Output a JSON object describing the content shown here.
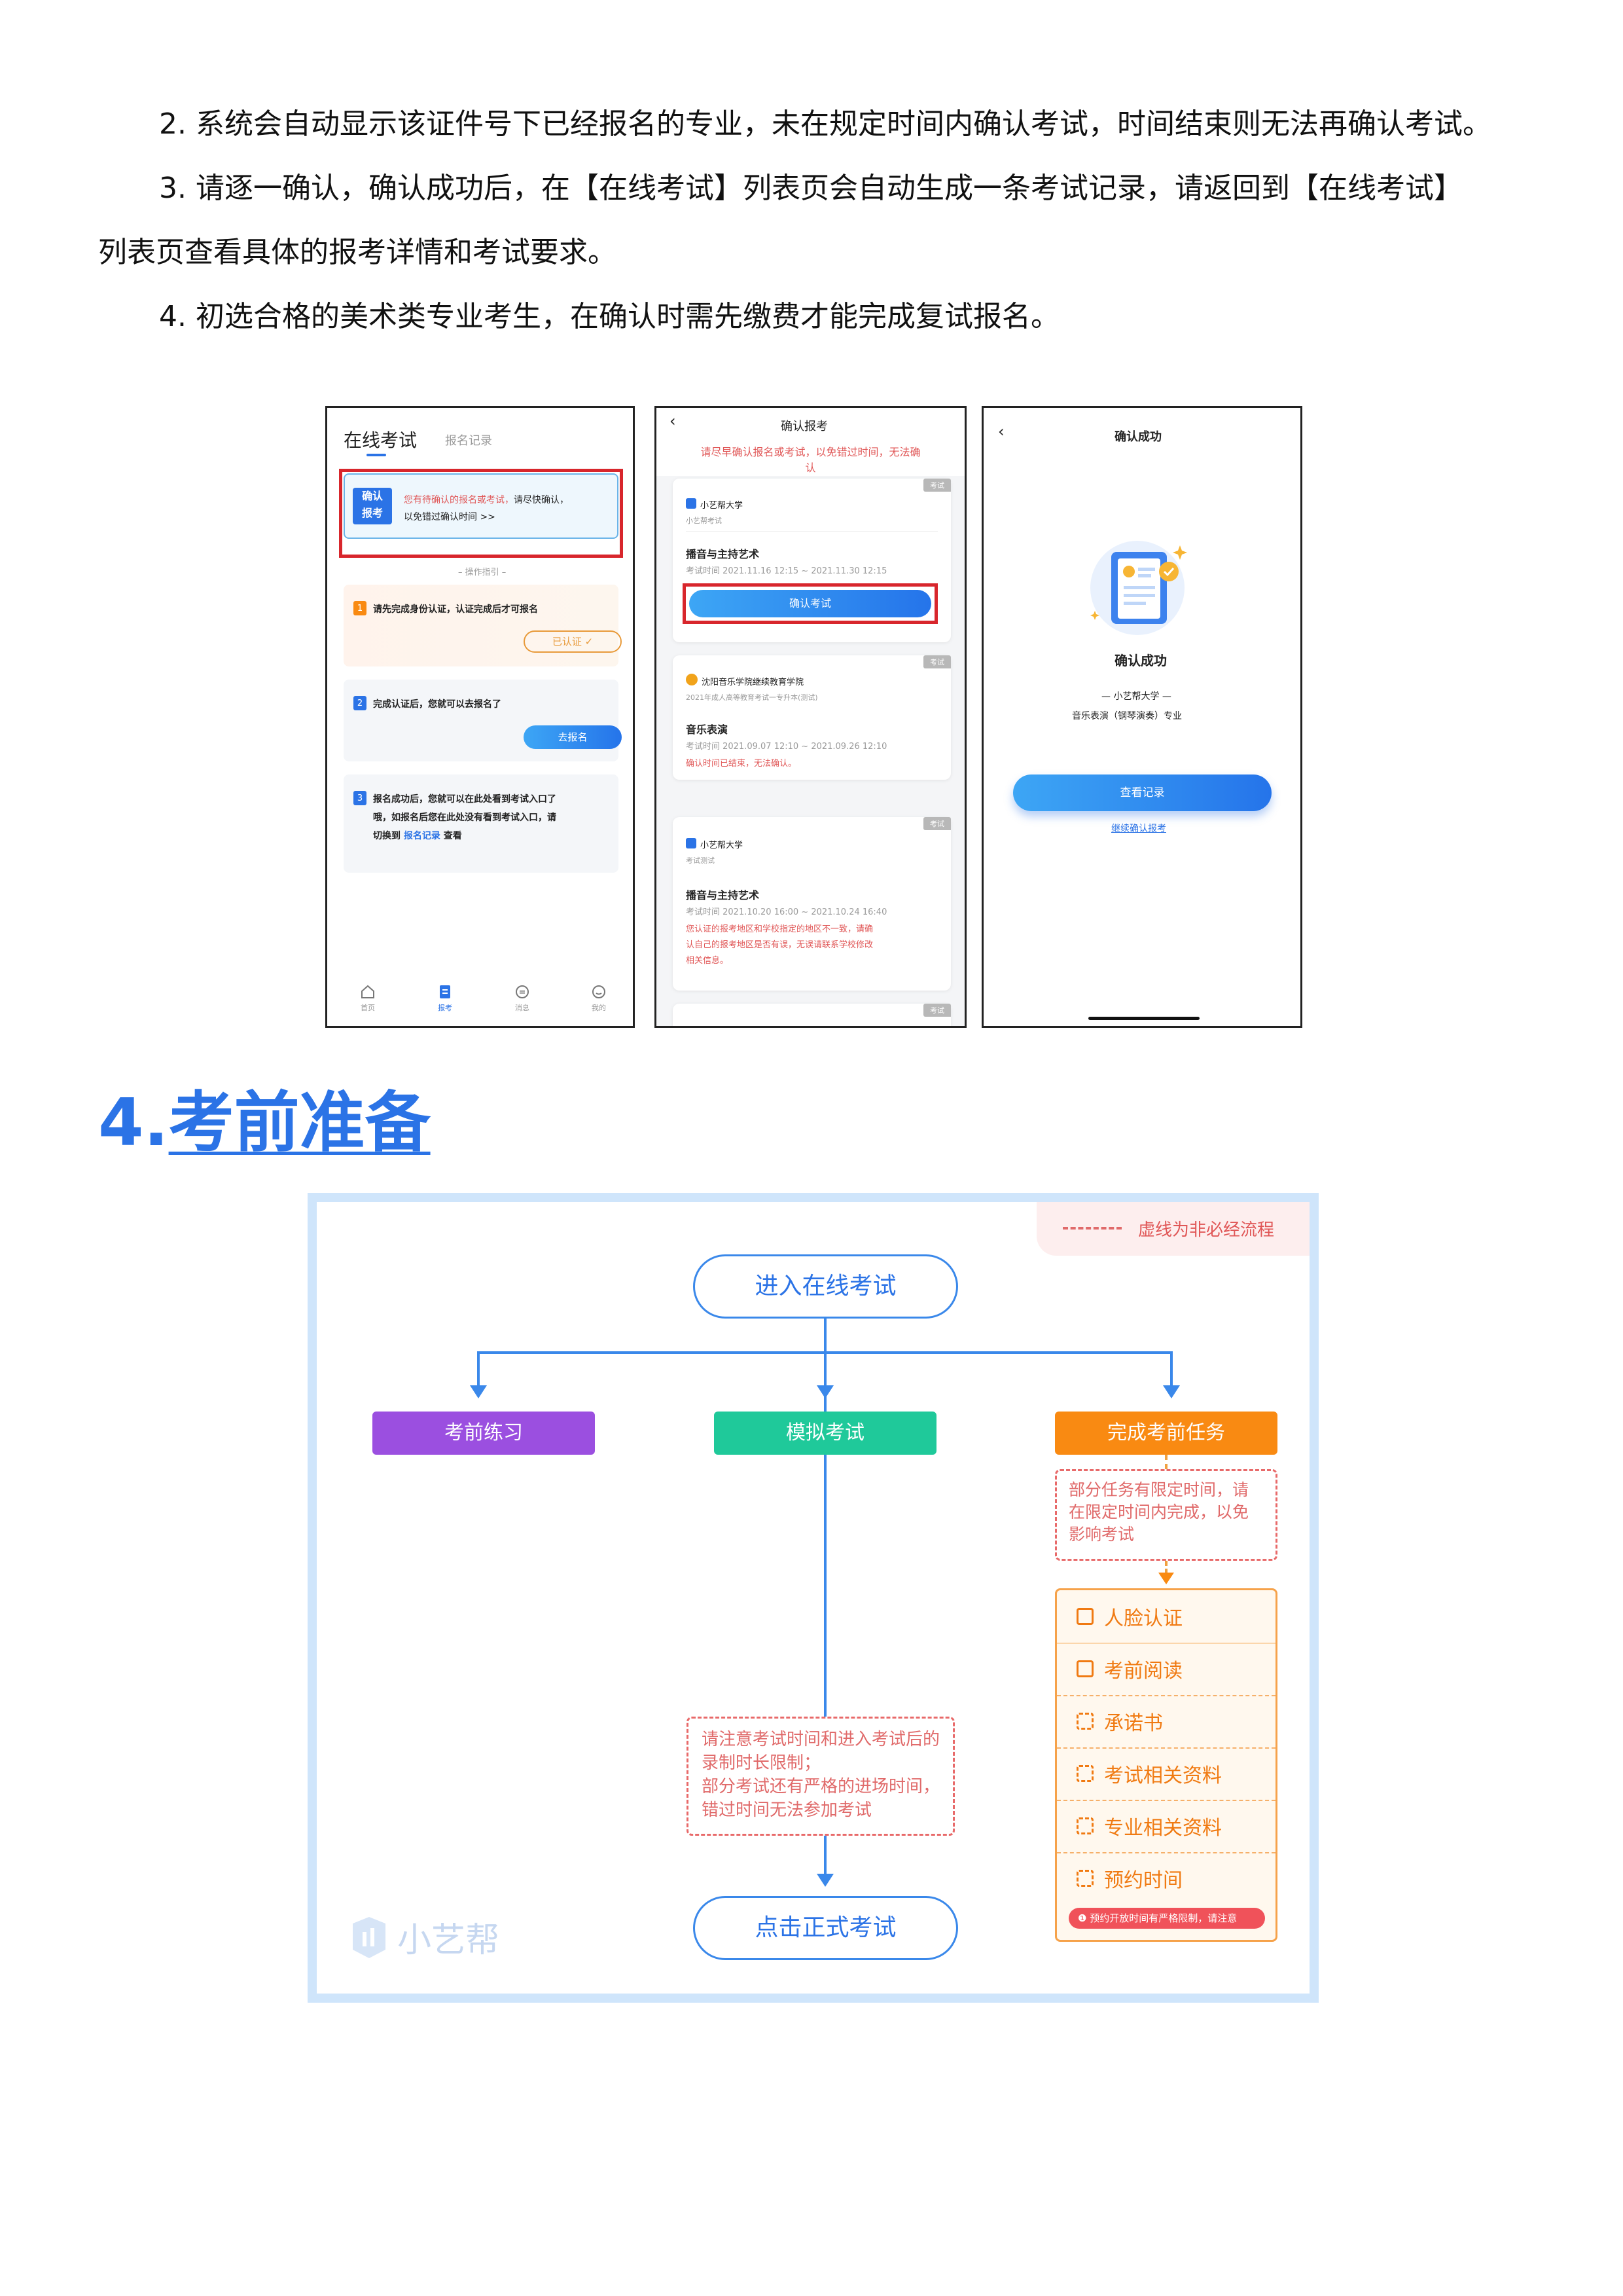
{
  "paragraphs": {
    "p2": "2. 系统会自动显示该证件号下已经报名的专业，未在规定时间内确认考试，时间结束则无法再确认考试。",
    "p3a": "3. 请逐一确认，确认成功后，在【在线考试】列表页会自动生成一条考试记录，请返回到【在线考试】",
    "p3b": "列表页查看具体的报考详情和考试要求。",
    "p4": "4. 初选合格的美术类专业考生，在确认时需先缴费才能完成复试报名。"
  },
  "phone1": {
    "tab_active": "在线考试",
    "tab_other": "报名记录",
    "confirm_badge_line1": "确认",
    "confirm_badge_line2": "报考",
    "notice_red": "您有待确认的报名或考试，",
    "notice_dark": "请尽快确认，",
    "notice_line2": "以免错过确认时间 >>",
    "guide": "– 操作指引 –",
    "step1_text": "请先完成身份认证，认证完成后才可报名",
    "verified_button": "已认证 ✓",
    "step2_text": "完成认证后，您就可以去报名了",
    "go_register_button": "去报名",
    "step3_line1": "报名成功后，您就可以在此处看到考试入口了",
    "step3_line2": "哦，如报名后您在此处没有看到考试入口，请",
    "step3_line3_pre": "切换到",
    "step3_link": "报名记录",
    "step3_line3_post": "查看",
    "nav": [
      "首页",
      "报考",
      "消息",
      "我的"
    ]
  },
  "phone2": {
    "title": "确认报考",
    "warning_line1": "请尽早确认报名或考试，以免错过时间，无法确",
    "warning_line2": "认",
    "exam_tag": "考试",
    "card1": {
      "school": "小艺帮大学",
      "sub": "小艺帮考试",
      "major": "播音与主持艺术",
      "time": "考试时间  2021.11.16 12:15 ~ 2021.11.30 12:15",
      "button": "确认考试"
    },
    "card2": {
      "school": "沈阳音乐学院继续教育学院",
      "sub": "2021年成人高等教育考试一专升本(测试)",
      "major": "音乐表演",
      "time": "考试时间  2021.09.07 12:10 ~ 2021.09.26 12:10",
      "note": "确认时间已结束，无法确认。"
    },
    "card3": {
      "school": "小艺帮大学",
      "sub": "考试测试",
      "major": "播音与主持艺术",
      "time": "考试时间  2021.10.20 16:00 ~ 2021.10.24 16:40",
      "note_line1": "您认证的报考地区和学校指定的地区不一致，请确",
      "note_line2": "认自己的报考地区是否有误，无误请联系学校修改",
      "note_line3": "相关信息。"
    }
  },
  "phone3": {
    "title": "确认成功",
    "success_text": "确认成功",
    "school": "— 小艺帮大学 —",
    "major": "音乐表演（钢琴演奏）专业",
    "view_button": "查看记录",
    "continue_link": "继续确认报考"
  },
  "section": {
    "number": "4.",
    "title": "考前准备"
  },
  "flowchart": {
    "legend": "虚线为非必经流程",
    "start": "进入在线考试",
    "branches": [
      "考前练习",
      "模拟考试",
      "完成考前任务"
    ],
    "branch_colors": [
      "#9b4fe0",
      "#1fc99a",
      "#f98a12"
    ],
    "task_note": "部分任务有限定时间，请\n在限定时间内完成，以免\n影响考试",
    "exam_note": "请注意考试时间和进入考试后的\n录制时长限制；\n部分考试还有严格的进场时间，\n错过时间无法参加考试",
    "end": "点击正式考试",
    "tasks": [
      "人脸认证",
      "考前阅读",
      "承诺书",
      "考试相关资料",
      "专业相关资料",
      "预约时间"
    ],
    "task_warning": "预约开放时间有严格限制，请注意",
    "watermark": "小艺帮"
  }
}
